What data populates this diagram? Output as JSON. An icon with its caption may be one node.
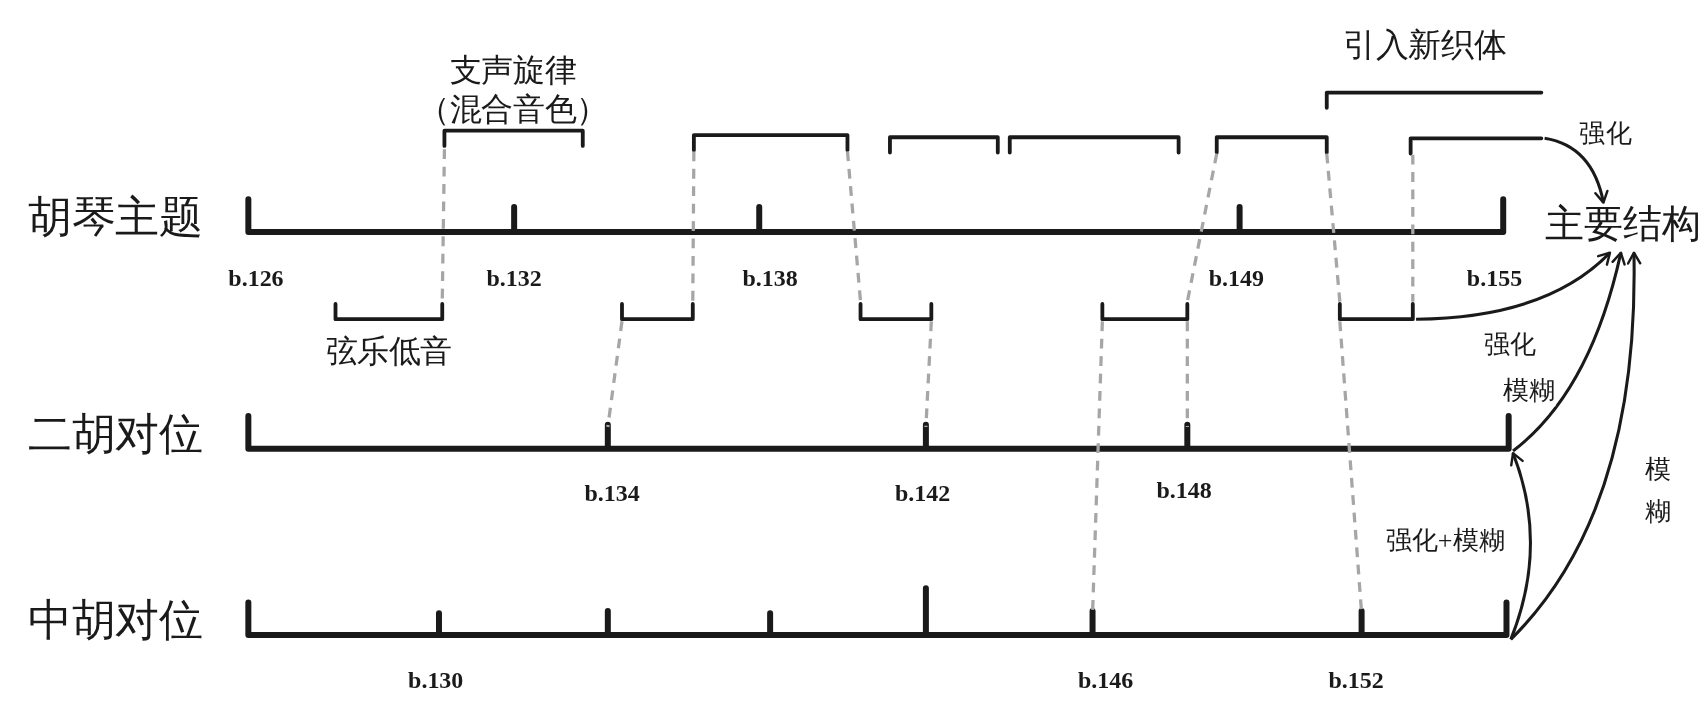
{
  "diagram": {
    "nodes": [
      {
        "text": [
          "支声旋律",
          "（混合音色）"
        ]
      },
      {
        "text": [
          "引入新织体"
        ]
      },
      {
        "text": [],
        "shape": "bracket"
      },
      {
        "text": [],
        "shape": "bracket"
      },
      {
        "text": [],
        "shape": "bracket"
      },
      {
        "text": [],
        "shape": "bracket"
      },
      {
        "text": [],
        "shape": "bracket"
      },
      {
        "text": [
          "胡琴主题"
        ]
      },
      {
        "text": [
          "主要结构"
        ]
      },
      {
        "text": [
          "弦乐低音"
        ]
      },
      {
        "text": [],
        "shape": "bracket"
      },
      {
        "text": [],
        "shape": "bracket"
      },
      {
        "text": [],
        "shape": "bracket"
      },
      {
        "text": [],
        "shape": "bracket"
      },
      {
        "text": [
          "二胡对位"
        ]
      },
      {
        "text": [
          "中胡对位"
        ]
      }
    ],
    "edges": [
      {
        "from": 0,
        "to": 9,
        "arrow": "none",
        "style": "dashed",
        "color": "#a6a6a6"
      },
      {
        "from": 2,
        "to": 10,
        "arrow": "none",
        "style": "dashed",
        "color": "#a6a6a6"
      },
      {
        "from": 10,
        "to": 14,
        "arrow": "none",
        "style": "dashed",
        "color": "#a6a6a6"
      },
      {
        "from": 2,
        "to": 11,
        "arrow": "none",
        "style": "dashed",
        "color": "#a6a6a6"
      },
      {
        "from": 11,
        "to": 14,
        "arrow": "none",
        "style": "dashed",
        "color": "#a6a6a6"
      },
      {
        "from": 5,
        "to": 12,
        "arrow": "none",
        "style": "dashed",
        "color": "#a6a6a6"
      },
      {
        "from": 12,
        "to": 15,
        "arrow": "none",
        "style": "dashed",
        "color": "#a6a6a6"
      },
      {
        "from": 12,
        "to": 14,
        "arrow": "none",
        "style": "dashed",
        "color": "#a6a6a6"
      },
      {
        "from": 5,
        "to": 13,
        "arrow": "none",
        "style": "dashed",
        "color": "#a6a6a6"
      },
      {
        "from": 13,
        "to": 15,
        "arrow": "none",
        "style": "dashed",
        "color": "#a6a6a6"
      },
      {
        "from": 6,
        "to": 13,
        "arrow": "none",
        "style": "dashed",
        "color": "#a6a6a6"
      },
      {
        "from": 6,
        "to": 8,
        "arrow": "to",
        "label": "强化",
        "color": "#1a1a1a"
      },
      {
        "from": 13,
        "to": 8,
        "arrow": "to",
        "label": "强化",
        "color": "#1a1a1a"
      },
      {
        "from": 14,
        "to": 8,
        "arrow": "to",
        "label": "模糊",
        "color": "#1a1a1a"
      },
      {
        "from": 15,
        "to": 14,
        "arrow": "to",
        "label": "强化+模糊",
        "color": "#1a1a1a"
      },
      {
        "from": 15,
        "to": 8,
        "arrow": "to",
        "label": "模糊",
        "color": "#1a1a1a"
      }
    ],
    "labels": [
      "b.126",
      "b.132",
      "b.138",
      "b.149",
      "b.155",
      "b.134",
      "b.142",
      "b.148",
      "b.130",
      "b.146",
      "b.152"
    ]
  }
}
